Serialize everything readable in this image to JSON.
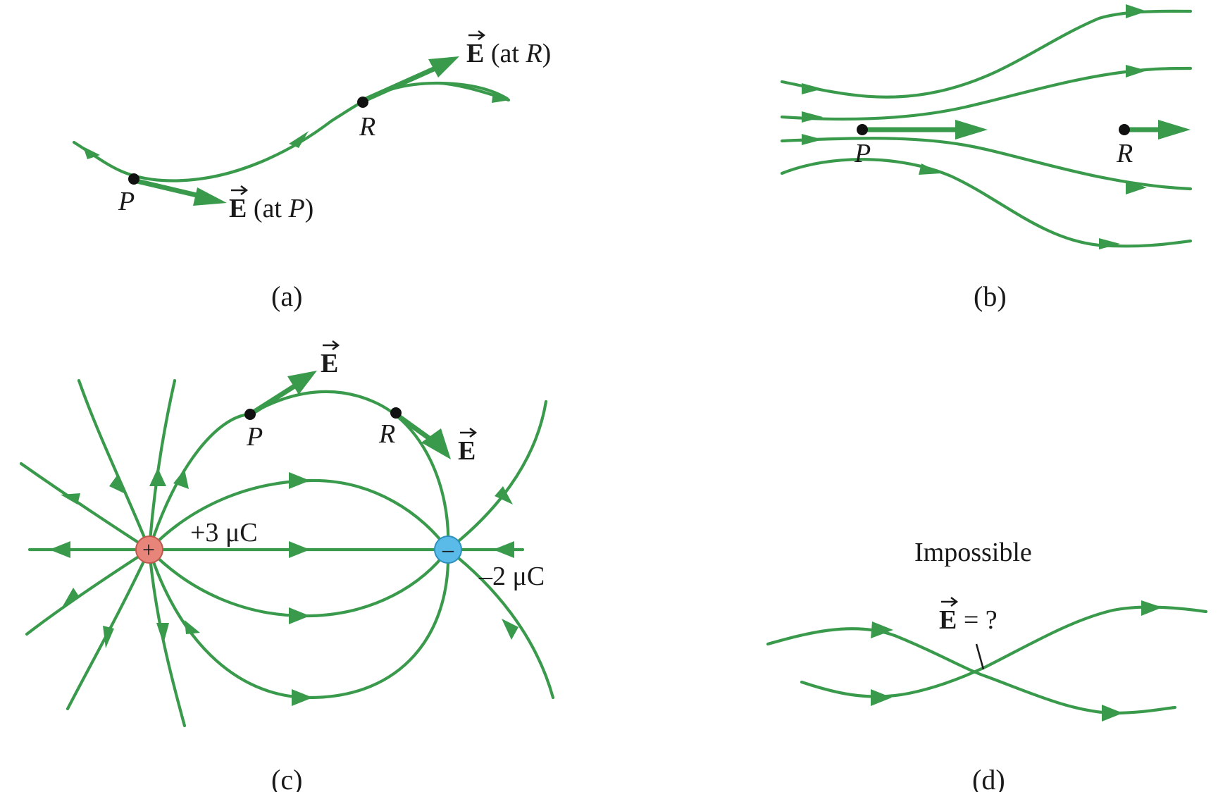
{
  "panels": {
    "a": {
      "caption": "(a)",
      "point_p": "P",
      "point_r": "R",
      "vec_symbol": "E",
      "label_at_p_prefix": " (at ",
      "label_at_p_point": "P",
      "label_at_p_suffix": ")",
      "label_at_r_prefix": " (at ",
      "label_at_r_point": "R",
      "label_at_r_suffix": ")"
    },
    "b": {
      "caption": "(b)",
      "point_p": "P",
      "point_r": "R"
    },
    "c": {
      "caption": "(c)",
      "point_p": "P",
      "point_r": "R",
      "vec_symbol": "E",
      "positive_charge_label": "+3 μC",
      "negative_charge_label": "–2 μC",
      "positive_sign": "+",
      "negative_sign": "–",
      "colors": {
        "positive": "#e8857a",
        "negative": "#5bbbe8"
      }
    },
    "d": {
      "caption": "(d)",
      "title": "Impossible",
      "vec_symbol": "E",
      "question_suffix": " = ?"
    }
  },
  "colors": {
    "field_line": "#3a9a4c",
    "point": "#111111"
  }
}
